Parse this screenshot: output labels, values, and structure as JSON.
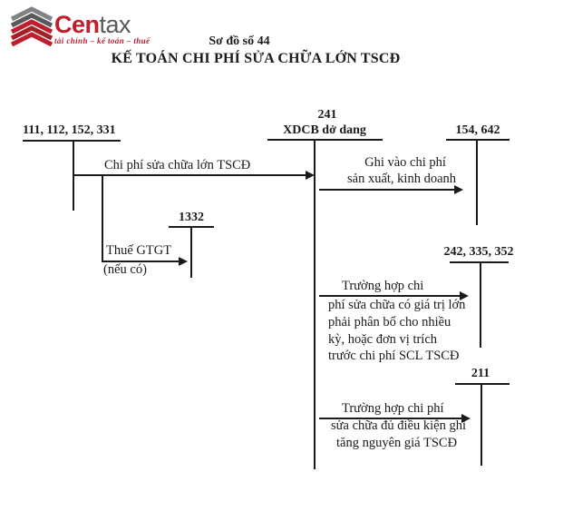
{
  "logo": {
    "brand_prefix": "Cen",
    "brand_suffix": "tax",
    "tagline": "tài chính – kế toán – thuế",
    "colors": {
      "red": "#be1e2d",
      "gray": "#58595b",
      "line": "#1b1b1b"
    }
  },
  "title": {
    "scheme_no": "Sơ đồ số 44",
    "heading": "KẾ TOÁN CHI PHÍ SỬA CHỮA LỚN TSCĐ"
  },
  "accounts": {
    "payment": {
      "label": "111, 112, 152, 331"
    },
    "cip": {
      "number": "241",
      "name": "XDCB dở dang"
    },
    "expense": {
      "label": "154, 642"
    },
    "vat": {
      "label": "1332"
    },
    "deferred": {
      "label": "242, 335, 352"
    },
    "fixed_asset": {
      "label": "211"
    }
  },
  "flows": {
    "repair_cost": {
      "label": "Chi phí sửa chữa lớn TSCĐ"
    },
    "vat": {
      "line1": "Thuế GTGT",
      "line2": "(nếu có)"
    },
    "to_expense": {
      "line1": "Ghi vào chi phí",
      "line2": "sản xuất, kinh doanh"
    },
    "to_deferred": {
      "line1": "Trường hợp chi",
      "line2": "phí sửa chữa có giá trị lớn",
      "line3": "phải phân bổ cho nhiều",
      "line4": "kỳ, hoặc đơn vị trích",
      "line5": "trước chi phí SCL TSCĐ"
    },
    "to_asset": {
      "line1": "Trường hợp chi phí",
      "line2": "sửa chữa đủ điều kiện ghi",
      "line3": "tăng nguyên giá TSCĐ"
    }
  }
}
